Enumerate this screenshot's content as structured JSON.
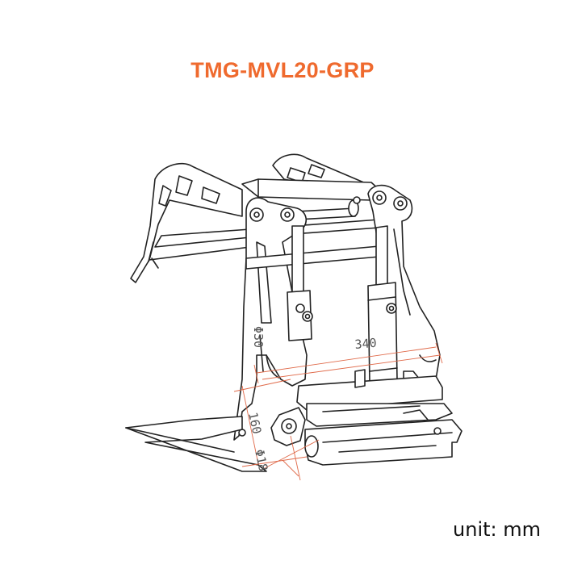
{
  "title": "TMG-MVL20-GRP",
  "unit_label": "unit: mm",
  "dimensions": {
    "width": "340",
    "height": "160",
    "pin_diameter_large": "Φ30",
    "pin_diameter_small": "Φ18"
  },
  "colors": {
    "title": "#ef6a2e",
    "dimension_lines": "#e06a4a",
    "outline": "#222222"
  }
}
